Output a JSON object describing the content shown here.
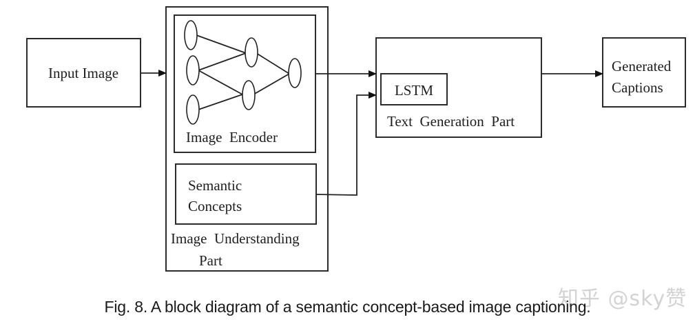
{
  "diagram": {
    "input_box": {
      "label": "Input Image"
    },
    "understanding_part": {
      "label_line1": "Image  Understanding",
      "label_line2": "Part",
      "encoder": {
        "label": "Image  Encoder",
        "network_layers": [
          3,
          2,
          1
        ]
      },
      "semantic": {
        "label_line1": "Semantic",
        "label_line2": "Concepts"
      }
    },
    "text_generation": {
      "label": "Text  Generation  Part",
      "lstm_label": "LSTM"
    },
    "output_box": {
      "label_line1": "Generated",
      "label_line2": "Captions"
    },
    "edges": [
      {
        "from": "Input Image",
        "to": "Image Understanding Part"
      },
      {
        "from": "Image Encoder",
        "to": "Text Generation Part"
      },
      {
        "from": "Semantic Concepts",
        "to": "Text Generation Part"
      },
      {
        "from": "Text Generation Part",
        "to": "Generated Captions"
      }
    ]
  },
  "caption": "Fig. 8.  A block diagram of a semantic concept-based image captioning.",
  "watermark": "知乎 @sky赞"
}
